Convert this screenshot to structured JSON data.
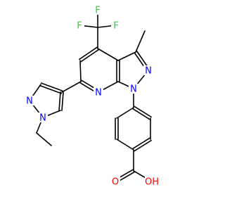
{
  "molecule": {
    "atom_labels": {
      "f_top": "F",
      "f_left": "F",
      "f_right": "F",
      "pyrazole_n2": "N",
      "pyrazole_n1": "N",
      "pyridine_n": "N",
      "ethylpyrazole_n2": "N",
      "ethylpyrazole_n1": "N",
      "acid_oxygen": "O",
      "acid_hydroxyl": "OH"
    }
  },
  "colors": {
    "bond": "#000000",
    "fluorine": "#33cc33",
    "nitrogen": "#0000ff",
    "oxygen": "#ff0000",
    "background": "#ffffff"
  }
}
